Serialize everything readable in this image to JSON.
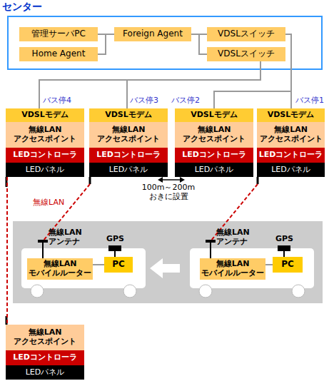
{
  "diagram": {
    "nodes": [
      {
        "text": [
          "センター"
        ]
      },
      {
        "text": [
          "管理サーバPC"
        ],
        "in": 0
      },
      {
        "text": [
          "Foreign Agent"
        ],
        "in": 0
      },
      {
        "text": [
          "VDSLスイッチ"
        ],
        "in": 0
      },
      {
        "text": [
          "Home Agent"
        ],
        "in": 0
      },
      {
        "text": [
          "VDSLスイッチ"
        ],
        "in": 0
      },
      {
        "text": [
          "VDSLモデム"
        ]
      },
      {
        "text": [
          "無線LAN アクセスポイント"
        ]
      },
      {
        "text": [
          "LEDコントローラ"
        ]
      },
      {
        "text": [
          "LEDパネル"
        ]
      },
      {
        "text": [
          "VDSLモデム"
        ]
      },
      {
        "text": [
          "無線LAN アクセスポイント"
        ]
      },
      {
        "text": [
          "LEDコントローラ"
        ]
      },
      {
        "text": [
          "LEDパネル"
        ]
      },
      {
        "text": [
          "VDSLモデム"
        ]
      },
      {
        "text": [
          "無線LAN アクセスポイント"
        ]
      },
      {
        "text": [
          "LEDコントローラ"
        ]
      },
      {
        "text": [
          "LEDパネル"
        ]
      },
      {
        "text": [
          "VDSLモデム"
        ]
      },
      {
        "text": [
          "無線LAN アクセスポイント"
        ]
      },
      {
        "text": [
          "LEDコントローラ"
        ]
      },
      {
        "text": [
          "LEDパネル"
        ]
      },
      {
        "text": [
          "無線LAN モバイルルーター"
        ]
      },
      {
        "text": [
          "PC"
        ]
      },
      {
        "text": [
          "無線LAN モバイルルーター"
        ]
      },
      {
        "text": [
          "PC"
        ]
      },
      {
        "text": [
          "無線LAN アクセスポイント"
        ]
      },
      {
        "text": [
          "LEDコントローラ"
        ]
      },
      {
        "text": [
          "LEDパネル"
        ]
      }
    ],
    "edges": [
      {
        "from": 1,
        "to": 2,
        "arrow": "none"
      },
      {
        "from": 4,
        "to": 2,
        "arrow": "none"
      },
      {
        "from": 2,
        "to": 3,
        "arrow": "none"
      },
      {
        "from": 2,
        "to": 5,
        "arrow": "none"
      },
      {
        "from": 3,
        "to": 14,
        "arrow": "none"
      },
      {
        "from": 3,
        "to": 18,
        "arrow": "none"
      },
      {
        "from": 5,
        "to": 10,
        "arrow": "none"
      },
      {
        "from": 5,
        "to": 6,
        "arrow": "none"
      },
      {
        "from": 9,
        "to": 26,
        "arrow": "none"
      },
      {
        "from": 22,
        "to": 23,
        "arrow": "none"
      },
      {
        "from": 24,
        "to": 25,
        "arrow": "none"
      }
    ],
    "labels": [
      "バス停4",
      "バス停3",
      "バス停2",
      "バス停1",
      "100m～200m おきに設置",
      "無線LAN",
      "無線LAN アンテナ",
      "GPS",
      "無線LAN アンテナ",
      "GPS"
    ]
  }
}
